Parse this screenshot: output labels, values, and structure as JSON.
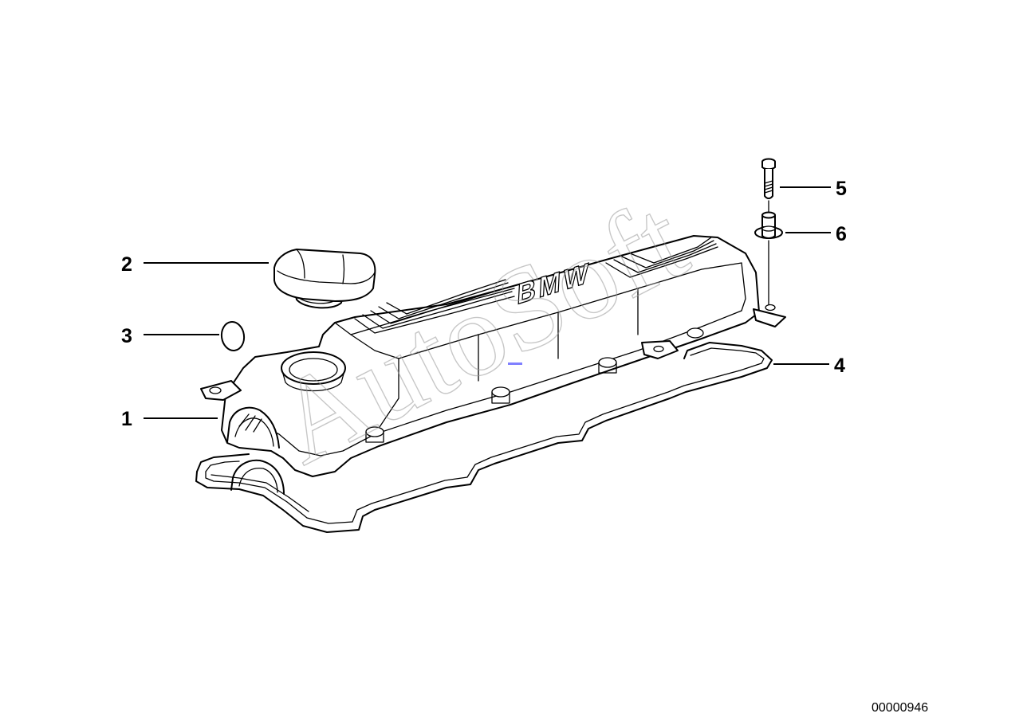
{
  "diagram": {
    "parts": [
      {
        "id": "1",
        "label": "1"
      },
      {
        "id": "2",
        "label": "2"
      },
      {
        "id": "3",
        "label": "3"
      },
      {
        "id": "4",
        "label": "4"
      },
      {
        "id": "5",
        "label": "5"
      },
      {
        "id": "6",
        "label": "6"
      }
    ],
    "document_number": "00000946",
    "logo_text": "BMW",
    "watermark_text": "AutoSoft"
  }
}
